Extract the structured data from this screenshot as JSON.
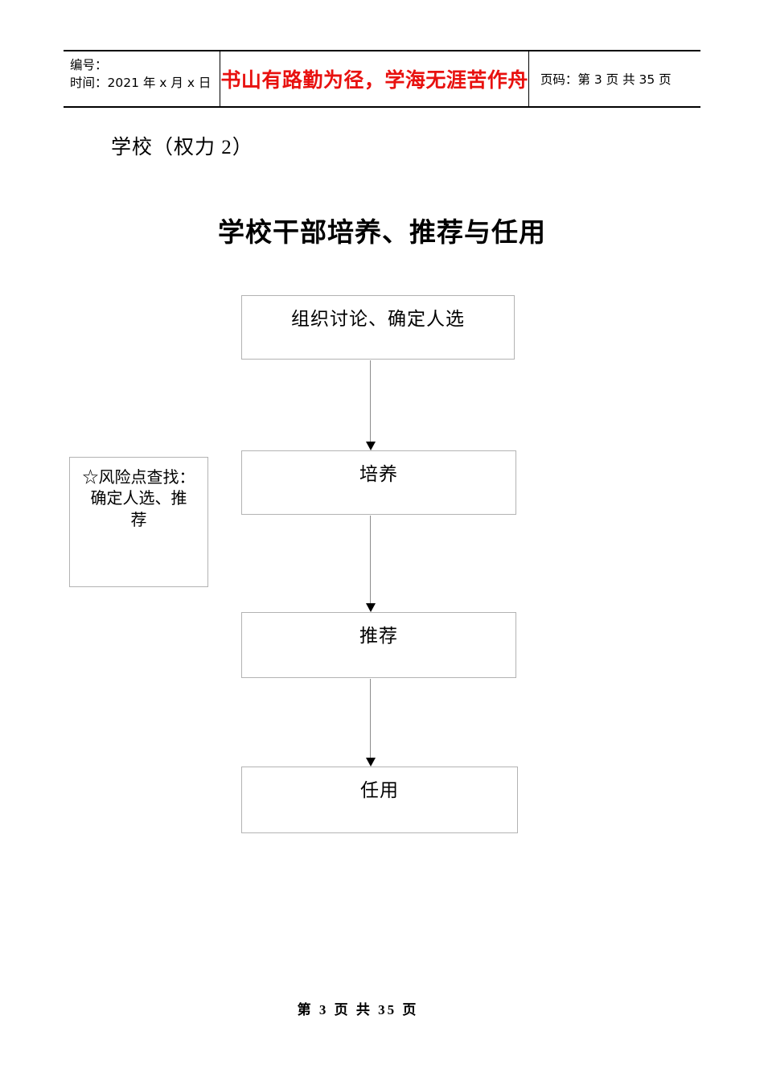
{
  "header": {
    "left": {
      "line1": "编号：",
      "line2": "时间：2021 年 x 月 x 日"
    },
    "motto": "书山有路勤为径，学海无涯苦作舟",
    "right": {
      "page_info": "页码：第 3 页  共 35 页"
    },
    "rule_color": "#000000"
  },
  "document": {
    "subtitle": "学校（权力 2）",
    "title": "学校干部培养、推荐与任用"
  },
  "flowchart": {
    "box_border_color": "#b3b3b3",
    "connector_color": "#8c8c8c",
    "arrowhead_color": "#000000",
    "nodes": [
      {
        "id": "node-1",
        "label": "组织讨论、确定人选"
      },
      {
        "id": "node-2",
        "label": "培养"
      },
      {
        "id": "node-3",
        "label": "推荐"
      },
      {
        "id": "node-4",
        "label": "任用"
      }
    ],
    "risk_note": {
      "star": "☆",
      "line1": "风险点查找：",
      "line2": "确定人选、推",
      "line3": "荐"
    }
  },
  "footer": {
    "page_number": "第 3 页 共 35 页"
  }
}
